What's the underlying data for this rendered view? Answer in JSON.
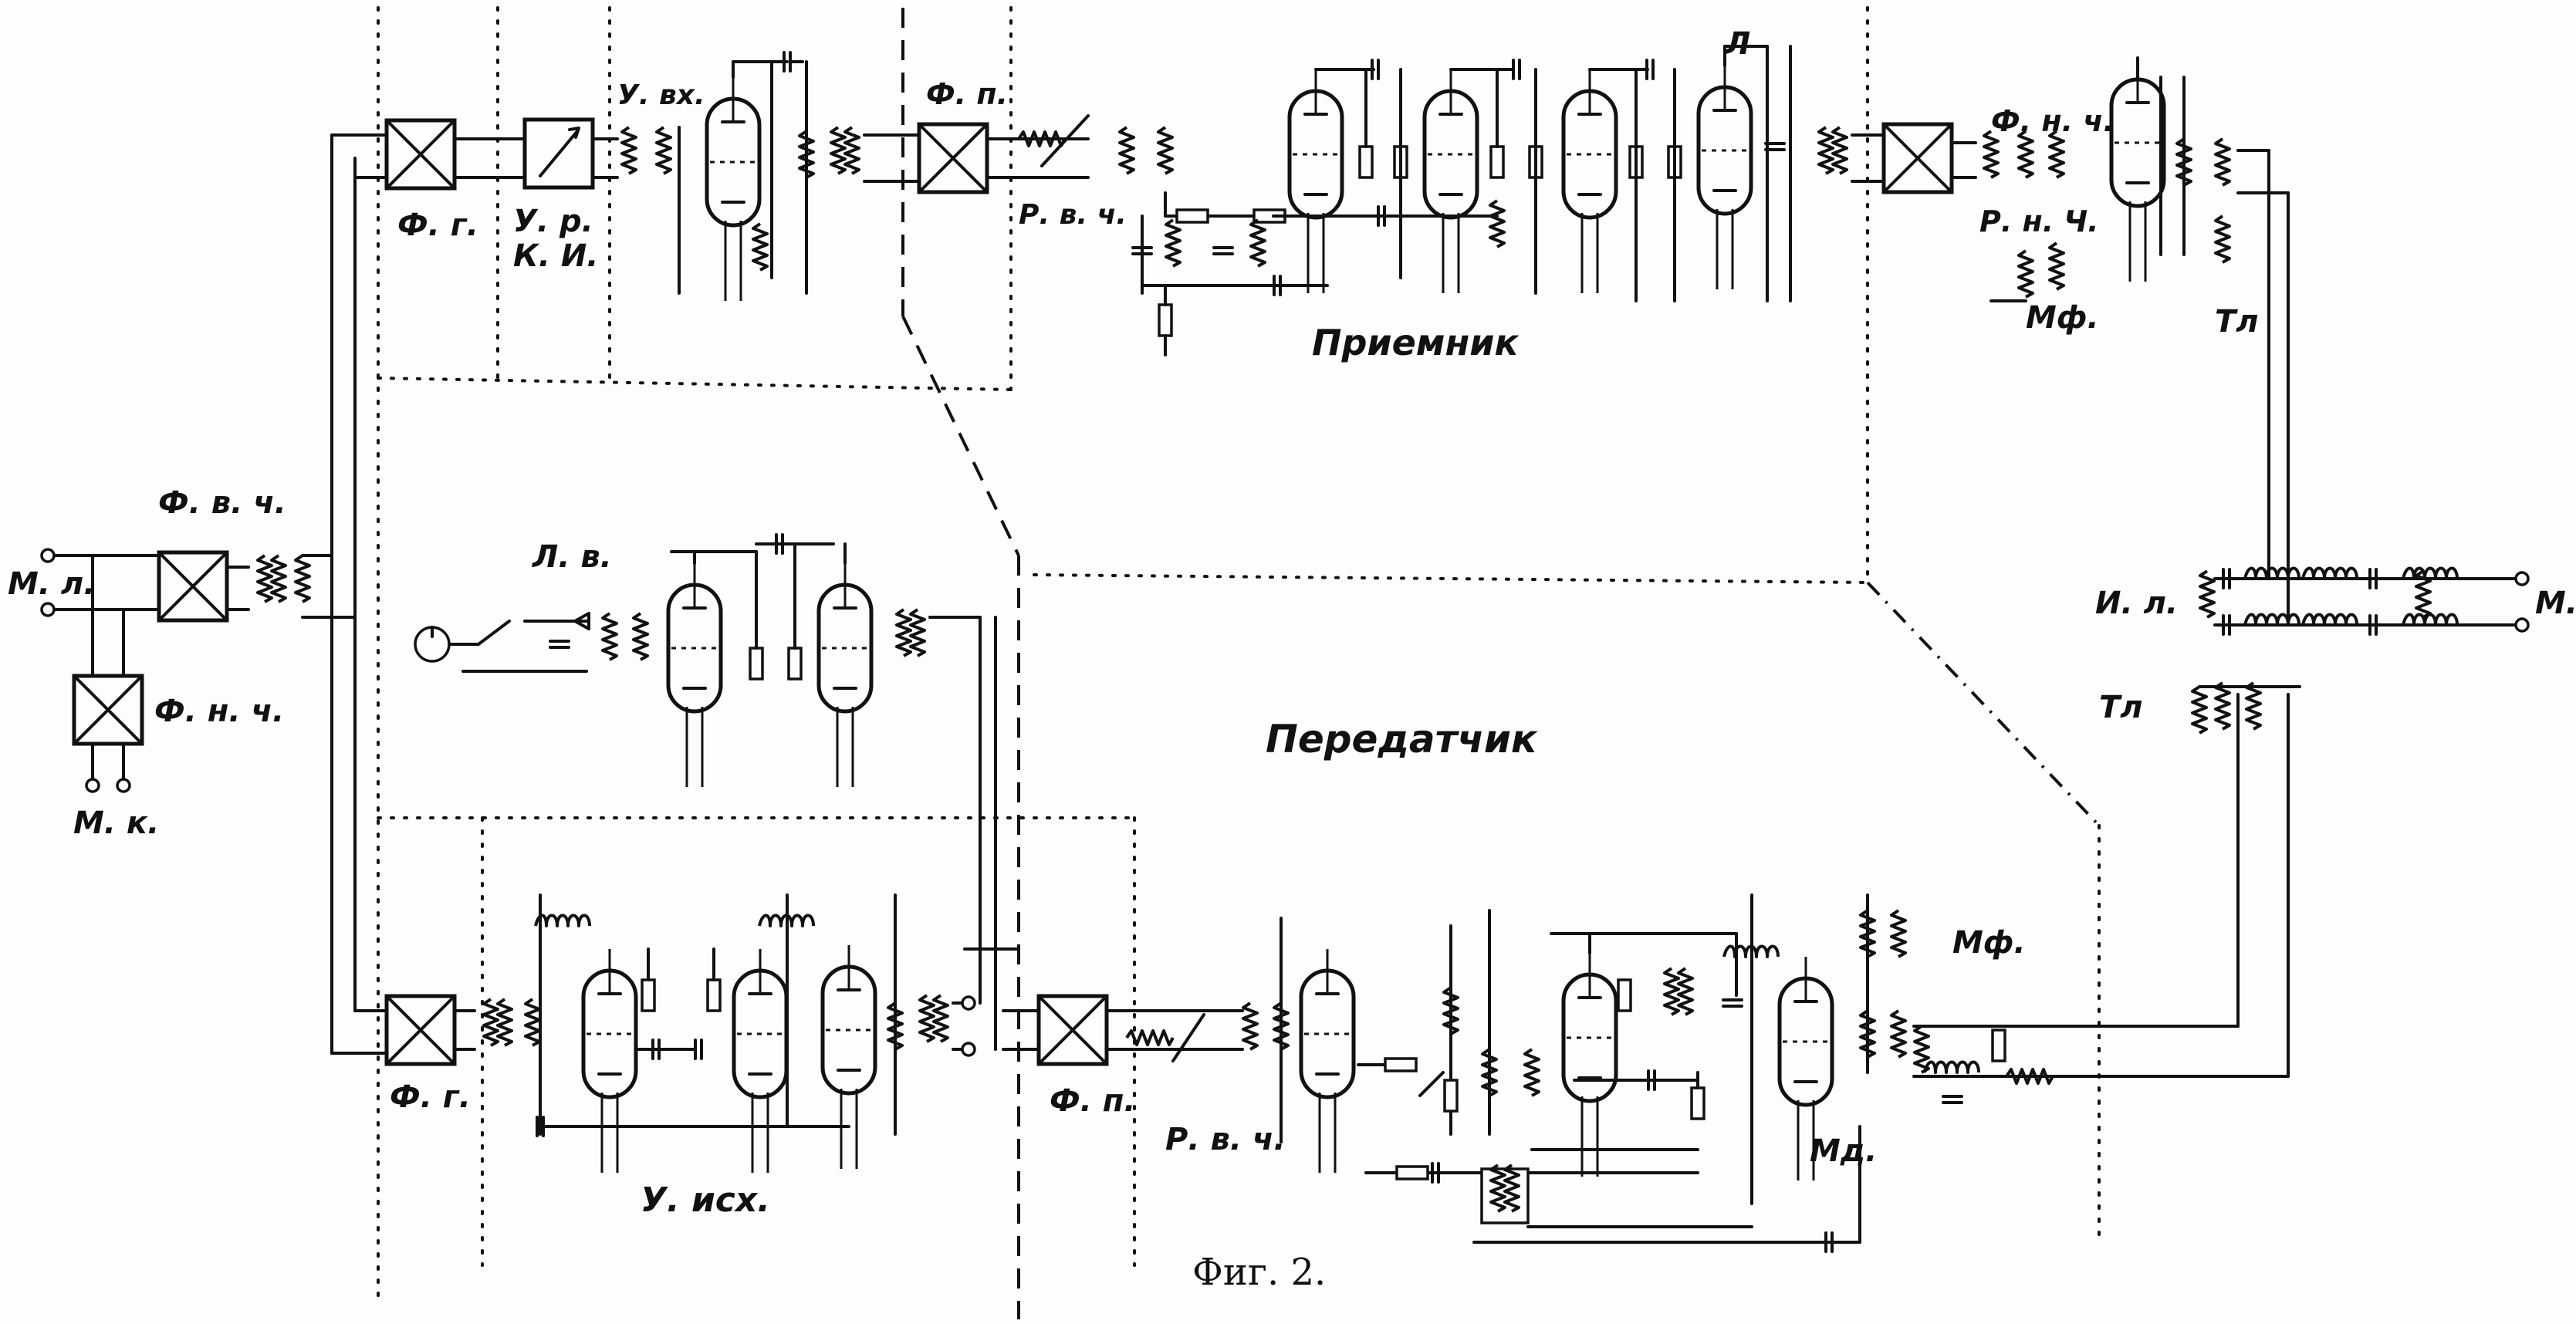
{
  "labels": {
    "ml": "М. л.",
    "fvch": "Ф. в. ч.",
    "fnch": "Ф. н. ч.",
    "mk_left": "М. к.",
    "fg_top": "Ф. г.",
    "ur": "У. р.",
    "ki": "К. И.",
    "uvh": "У. вх.",
    "fp_top": "Ф. п.",
    "rvch_top": "Р. в. ч.",
    "l_top": "Л",
    "priemnik": "Приемник",
    "fnch_right": "Ф. н. ч.",
    "rnch": "Р. н. Ч.",
    "mf_top": "Мф.",
    "tl_top": "Тл",
    "il": "И. л.",
    "mk_right": "М. к",
    "tl_bottom": "Тл",
    "lv": "Л. в.",
    "peredatchik": "Передатчик",
    "fg_bottom": "Ф. г.",
    "uisch": "У. исх.",
    "fp_bottom": "Ф. п.",
    "rvch_bottom": "Р. в. ч.",
    "mf_bottom": "Мф.",
    "md": "Мд.",
    "caption": "Фиг. 2."
  }
}
